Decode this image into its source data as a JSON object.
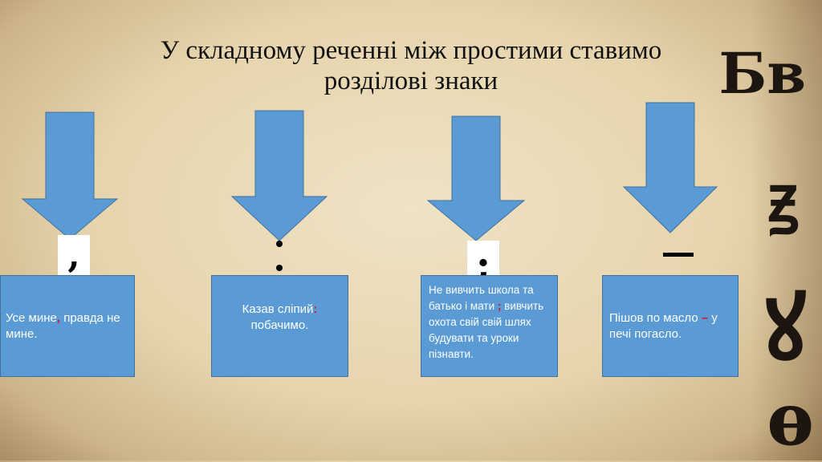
{
  "title": {
    "line1": "У складному реченні між простими ставимо",
    "line2": "розділові знаки"
  },
  "colors": {
    "arrow": "#5b9bd5",
    "box": "#5b9bd5",
    "accent": "#e0102a"
  },
  "items": [
    {
      "mark": ",",
      "text_before": "Усе мине",
      "punct": ",",
      "text_after": " правда не мине."
    },
    {
      "mark": ":",
      "text_before": "Казав сліпий",
      "punct": ":",
      "text_after": " побачимо."
    },
    {
      "mark": ";",
      "text_before": "Не вивчить школа та батько і мати ",
      "punct": ";",
      "text_after": " вивчить охота свій свій шлях будувати та уроки пізнавти."
    },
    {
      "mark": "–",
      "text_before": "Пішов по масло ",
      "punct": "–",
      "text_after": " у печі погасло."
    }
  ]
}
